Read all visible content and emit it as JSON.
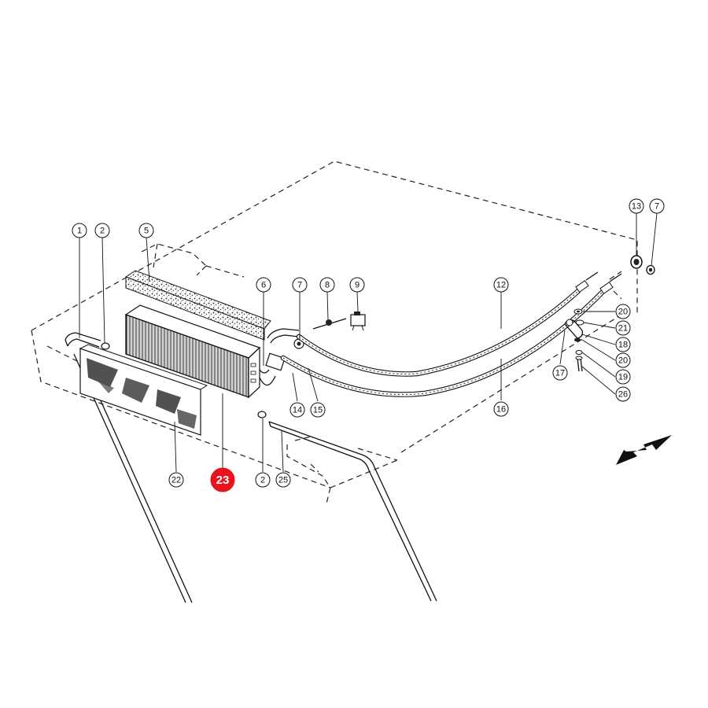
{
  "callouts": [
    {
      "label": "1"
    },
    {
      "label": "2"
    },
    {
      "label": "5"
    },
    {
      "label": "6"
    },
    {
      "label": "7"
    },
    {
      "label": "8"
    },
    {
      "label": "9"
    },
    {
      "label": "12"
    },
    {
      "label": "13"
    },
    {
      "label": "7"
    },
    {
      "label": "20"
    },
    {
      "label": "21"
    },
    {
      "label": "18"
    },
    {
      "label": "20"
    },
    {
      "label": "19"
    },
    {
      "label": "26"
    },
    {
      "label": "17"
    },
    {
      "label": "16"
    },
    {
      "label": "14"
    },
    {
      "label": "15"
    },
    {
      "label": "2"
    },
    {
      "label": "25"
    },
    {
      "label": "22"
    },
    {
      "label": "23",
      "highlighted": true
    }
  ],
  "colors": {
    "highlight": "#e8141c",
    "line": "#111111"
  }
}
